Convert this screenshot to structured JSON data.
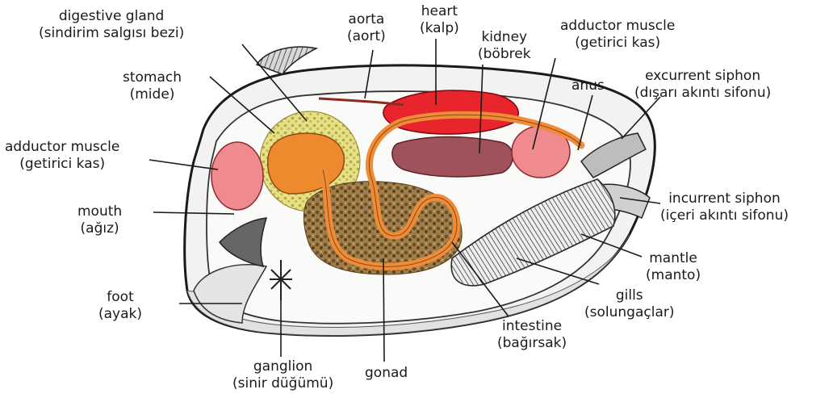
{
  "labels": {
    "digestive_gland": {
      "name": "digestive gland",
      "translation": "(sindirim salgısı bezi)"
    },
    "aorta": {
      "name": "aorta",
      "translation": "(aort)"
    },
    "heart": {
      "name": "heart",
      "translation": "(kalp)"
    },
    "kidney": {
      "name": "kidney",
      "translation": "(böbrek"
    },
    "adductor_muscle_right": {
      "name": "adductor muscle",
      "translation": "(getirici kas)"
    },
    "anus": {
      "name": "anus"
    },
    "excurrent_siphon": {
      "name": "excurrent siphon",
      "translation": "(dışarı akıntı sifonu)"
    },
    "stomach": {
      "name": "stomach",
      "translation": "(mide)"
    },
    "adductor_muscle_left": {
      "name": "adductor muscle",
      "translation": "(getirici kas)"
    },
    "incurrent_siphon": {
      "name": "incurrent siphon",
      "translation": "(içeri akıntı sifonu)"
    },
    "mouth": {
      "name": "mouth",
      "translation": "(ağız)"
    },
    "mantle": {
      "name": "mantle",
      "translation": "(manto)"
    },
    "foot": {
      "name": "foot",
      "translation": "(ayak)"
    },
    "gills": {
      "name": "gills",
      "translation": "(solungaçlar)"
    },
    "intestine": {
      "name": "intestine",
      "translation": "(bağırsak)"
    },
    "ganglion": {
      "name": "ganglion",
      "translation": "(sinir düğümü)"
    },
    "gonad": {
      "name": "gonad"
    }
  },
  "colors": {
    "shell_outline": "#1a1a1a",
    "shell_fill": "#f2f2f0",
    "adductor": "#ef8a8e",
    "heart": "#e8242c",
    "stomach": "#ee8a2e",
    "intestine": "#f08c38",
    "digestive_gland": "#e2dc7a",
    "gonad": "#8a6a3a",
    "kidney": "#a0525a",
    "gills": "#555555"
  }
}
